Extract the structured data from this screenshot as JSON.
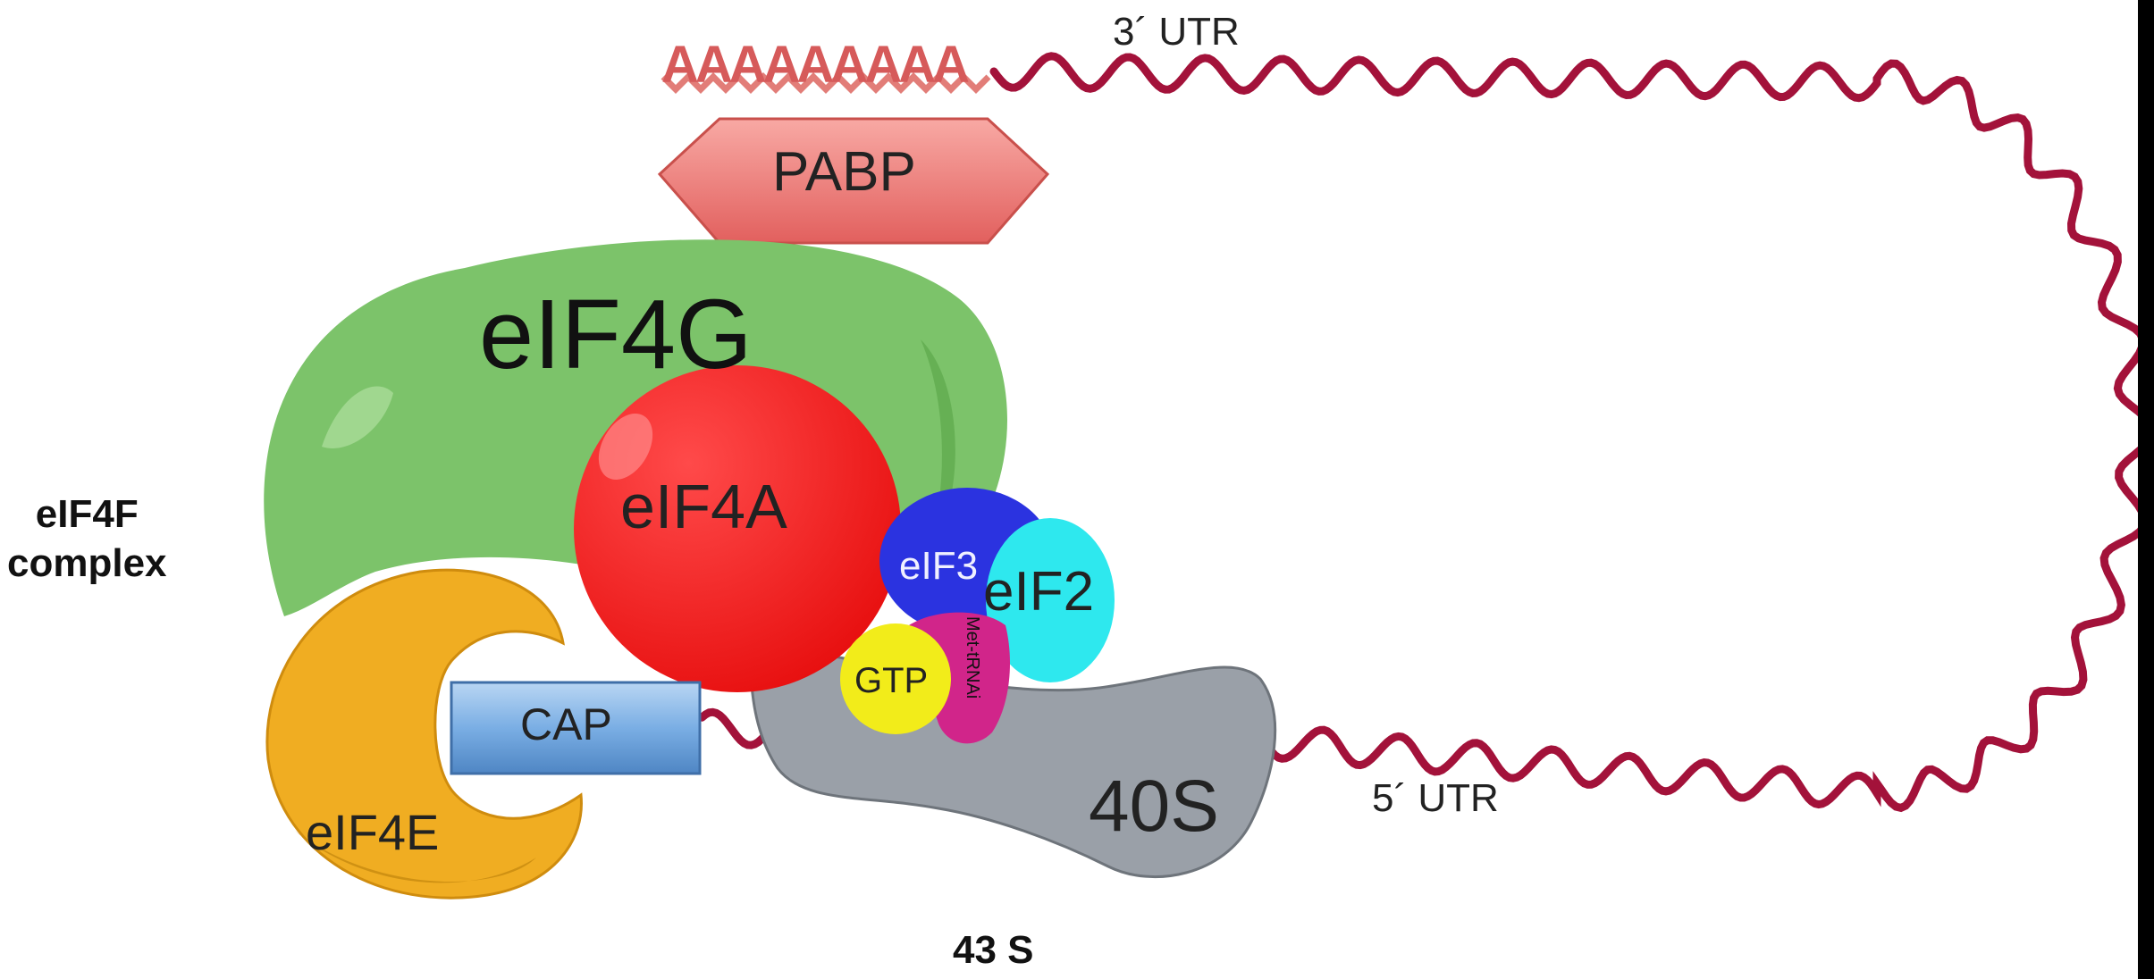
{
  "labels": {
    "poly_a": "AAAAAAAAA",
    "utr3": "3´ UTR",
    "utr5": "5´ UTR",
    "pabp": "PABP",
    "eif4g": "eIF4G",
    "eif4a": "eIF4A",
    "eif3": "eIF3",
    "eif2": "eIF2",
    "gtp": "GTP",
    "met_trna": "Met-tRNAi",
    "cap": "CAP",
    "eif4e": "eIF4E",
    "s40": "40S",
    "eif4f_complex": "eIF4F\ncomplex",
    "s43": "43 S"
  },
  "colors": {
    "mrna": "#a3123a",
    "eif4g": "#7cc36a",
    "eif4a": "#ee1111",
    "eif3": "#2b33e0",
    "eif2": "#2ee8ee",
    "gtp": "#f2ec1a",
    "met_trna": "#d1258a",
    "cap": "#6fa3d9",
    "eif4e": "#f0ad22",
    "s40": "#9aa0a8",
    "pabp": "#f07b78"
  }
}
